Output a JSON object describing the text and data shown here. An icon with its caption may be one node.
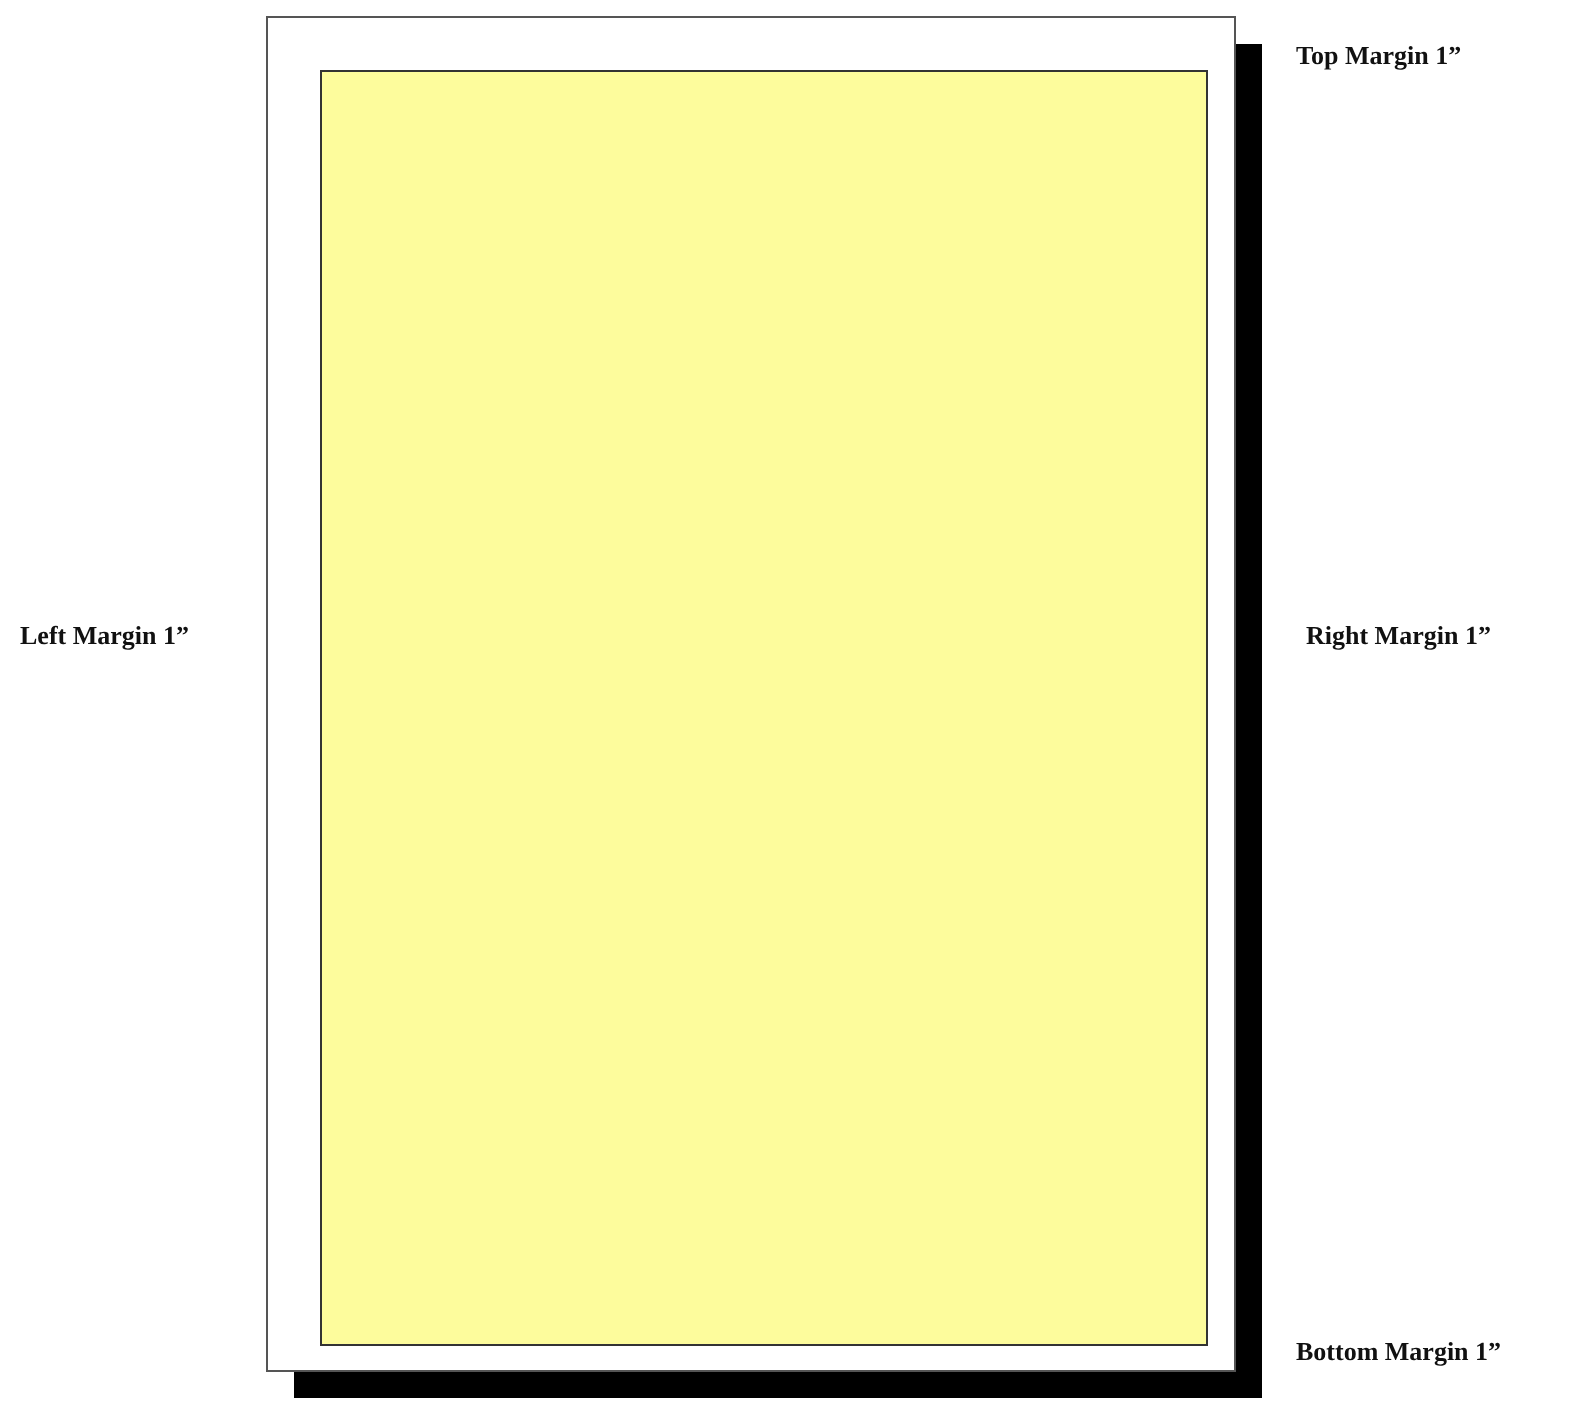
{
  "diagram": {
    "labels": [
      "Top Margin 1”",
      "Left Margin 1”",
      "Right Margin 1”",
      "Bottom Margin 1”"
    ]
  }
}
